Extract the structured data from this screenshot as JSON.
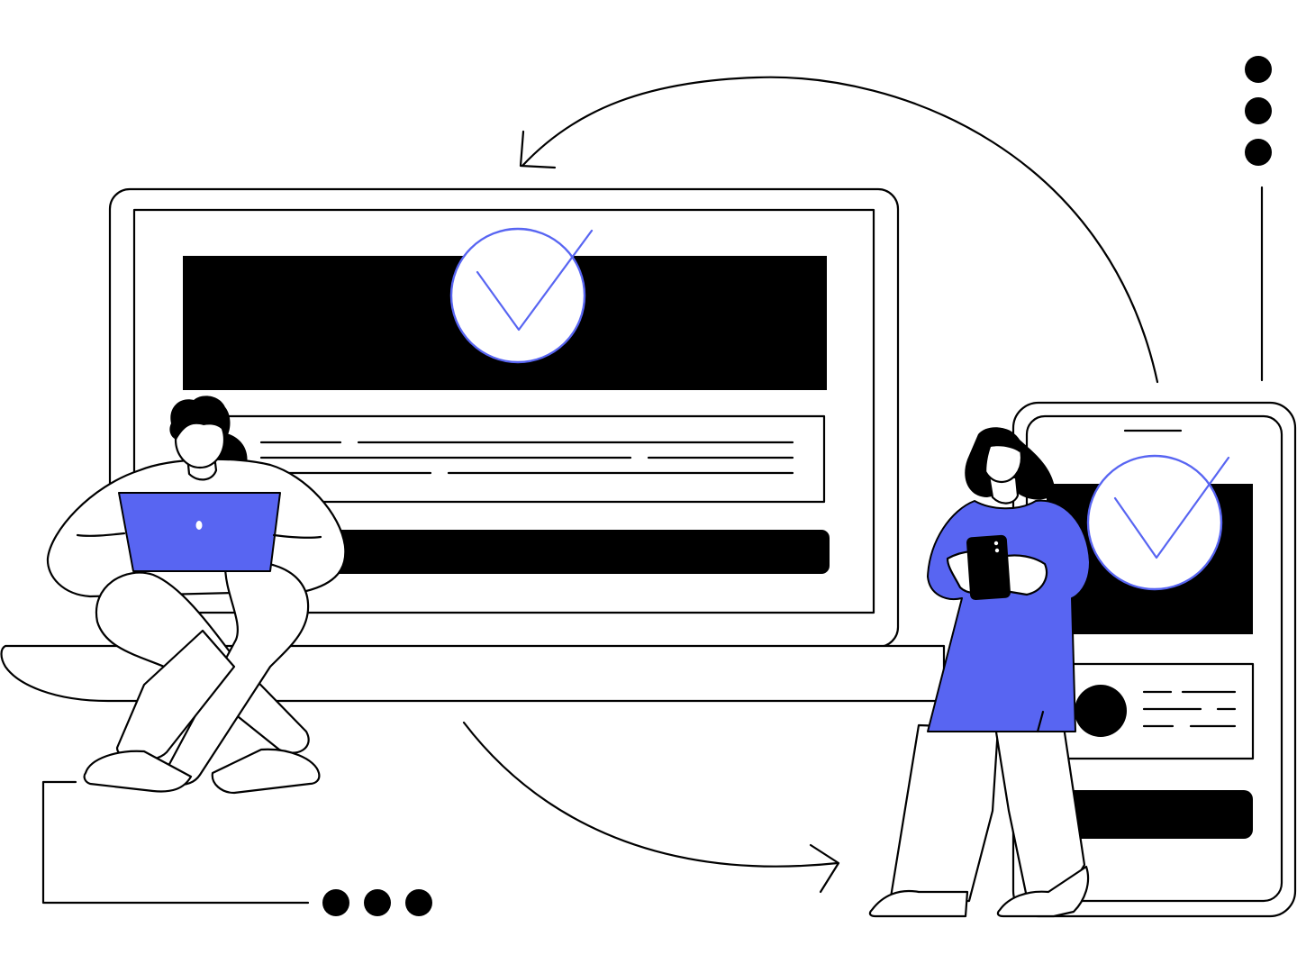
{
  "illustration": {
    "accent_color": "#5865f2",
    "line_color": "#000000",
    "background_color": "#ffffff",
    "desktop_check_icon": "check-circle-icon",
    "phone_check_icon": "check-circle-icon",
    "sync_arrows": [
      "arrow-desktop-from-phone",
      "arrow-phone-from-desktop"
    ],
    "dot_groups": [
      "three-dots-vertical",
      "three-dots-horizontal"
    ]
  }
}
